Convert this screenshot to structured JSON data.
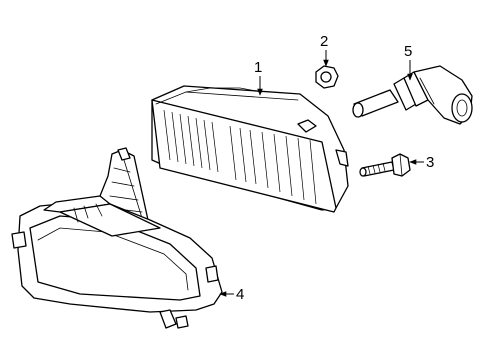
{
  "diagram": {
    "callouts": {
      "lamp": "1",
      "nut": "2",
      "bolt": "3",
      "bracket": "4",
      "bulb": "5"
    }
  }
}
